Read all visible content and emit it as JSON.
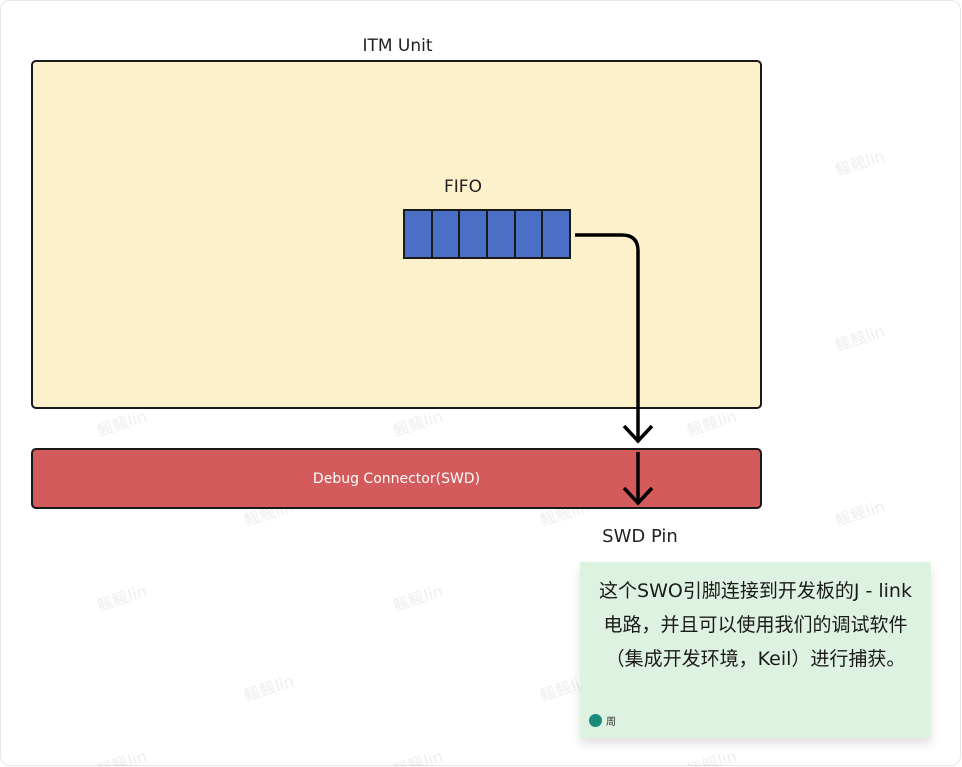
{
  "diagram": {
    "itm_unit_label": "ITM Unit",
    "fifo_label": "FIFO",
    "fifo_cells": 6,
    "debug_connector_label": "Debug Connector(SWD)",
    "swd_pin_label": "SWD Pin"
  },
  "note": {
    "text": "这个SWO引脚连接到开发板的J - link电路，并且可以使用我们的调试软件（集成开发环境，Keil）进行捕获。",
    "author": "周"
  },
  "watermark": {
    "text": "鲺鲺lin"
  },
  "colors": {
    "itm_fill": "#fdf1cc",
    "fifo_fill": "#4a6fc4",
    "debug_fill": "#d45b5b",
    "note_fill": "#def2e1"
  }
}
